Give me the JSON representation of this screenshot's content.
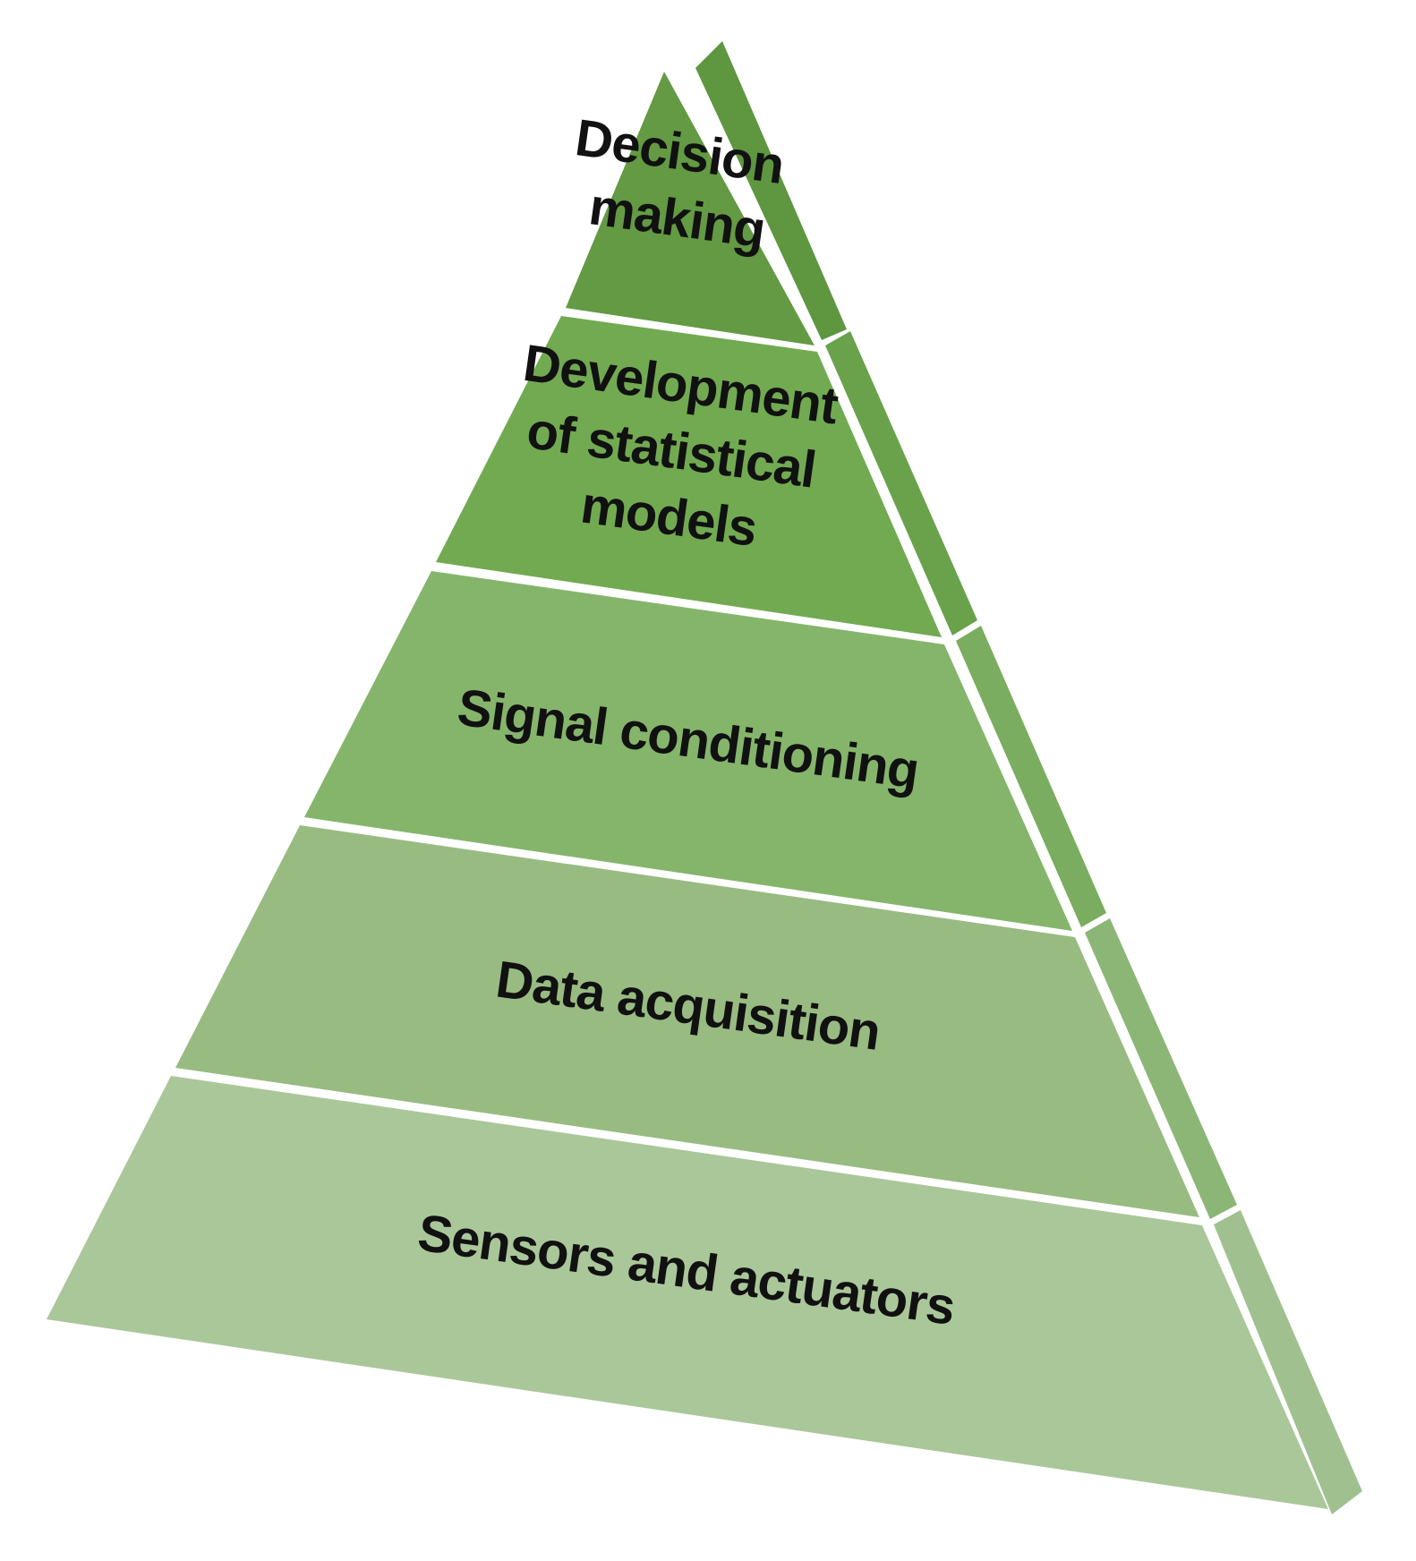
{
  "diagram": {
    "layers": [
      {
        "id": "decision-making",
        "lines": [
          "Decision",
          "making"
        ],
        "color": "#639a43",
        "side_color": "#5f9640"
      },
      {
        "id": "statistical-models",
        "lines": [
          "Development",
          "of statistical",
          "models"
        ],
        "color": "#72aa51",
        "side_color": "#6aa24b"
      },
      {
        "id": "signal-conditioning",
        "lines": [
          "Signal conditioning"
        ],
        "color": "#85b56b",
        "side_color": "#7aad5f"
      },
      {
        "id": "data-acquisition",
        "lines": [
          "Data acquisition"
        ],
        "color": "#98bb82",
        "side_color": "#8cb676"
      },
      {
        "id": "sensors-actuators",
        "lines": [
          "Sensors and actuators"
        ],
        "color": "#aac79a",
        "side_color": "#a0c18f"
      }
    ]
  }
}
